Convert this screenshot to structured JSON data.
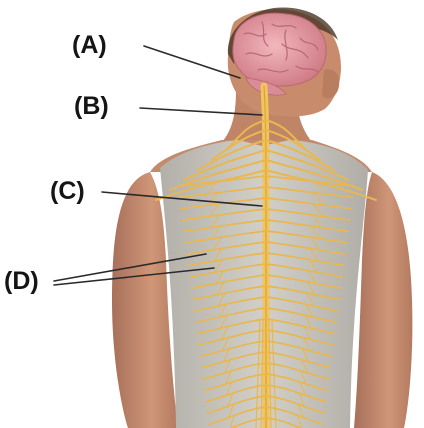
{
  "diagram": {
    "labels": {
      "A": "(A)",
      "B": "(B)",
      "C": "(C)",
      "D": "(D)"
    },
    "colors": {
      "background": "#ffffff",
      "skin": "#c98d6e",
      "hair": "#4a3525",
      "shirt": "#c6c3bd",
      "brain": "#e59aa2",
      "nerve": "#e8b84e",
      "spinal_cord": "#f1c55b",
      "label_text": "#151515",
      "leader_line": "#2a2a2a"
    }
  }
}
